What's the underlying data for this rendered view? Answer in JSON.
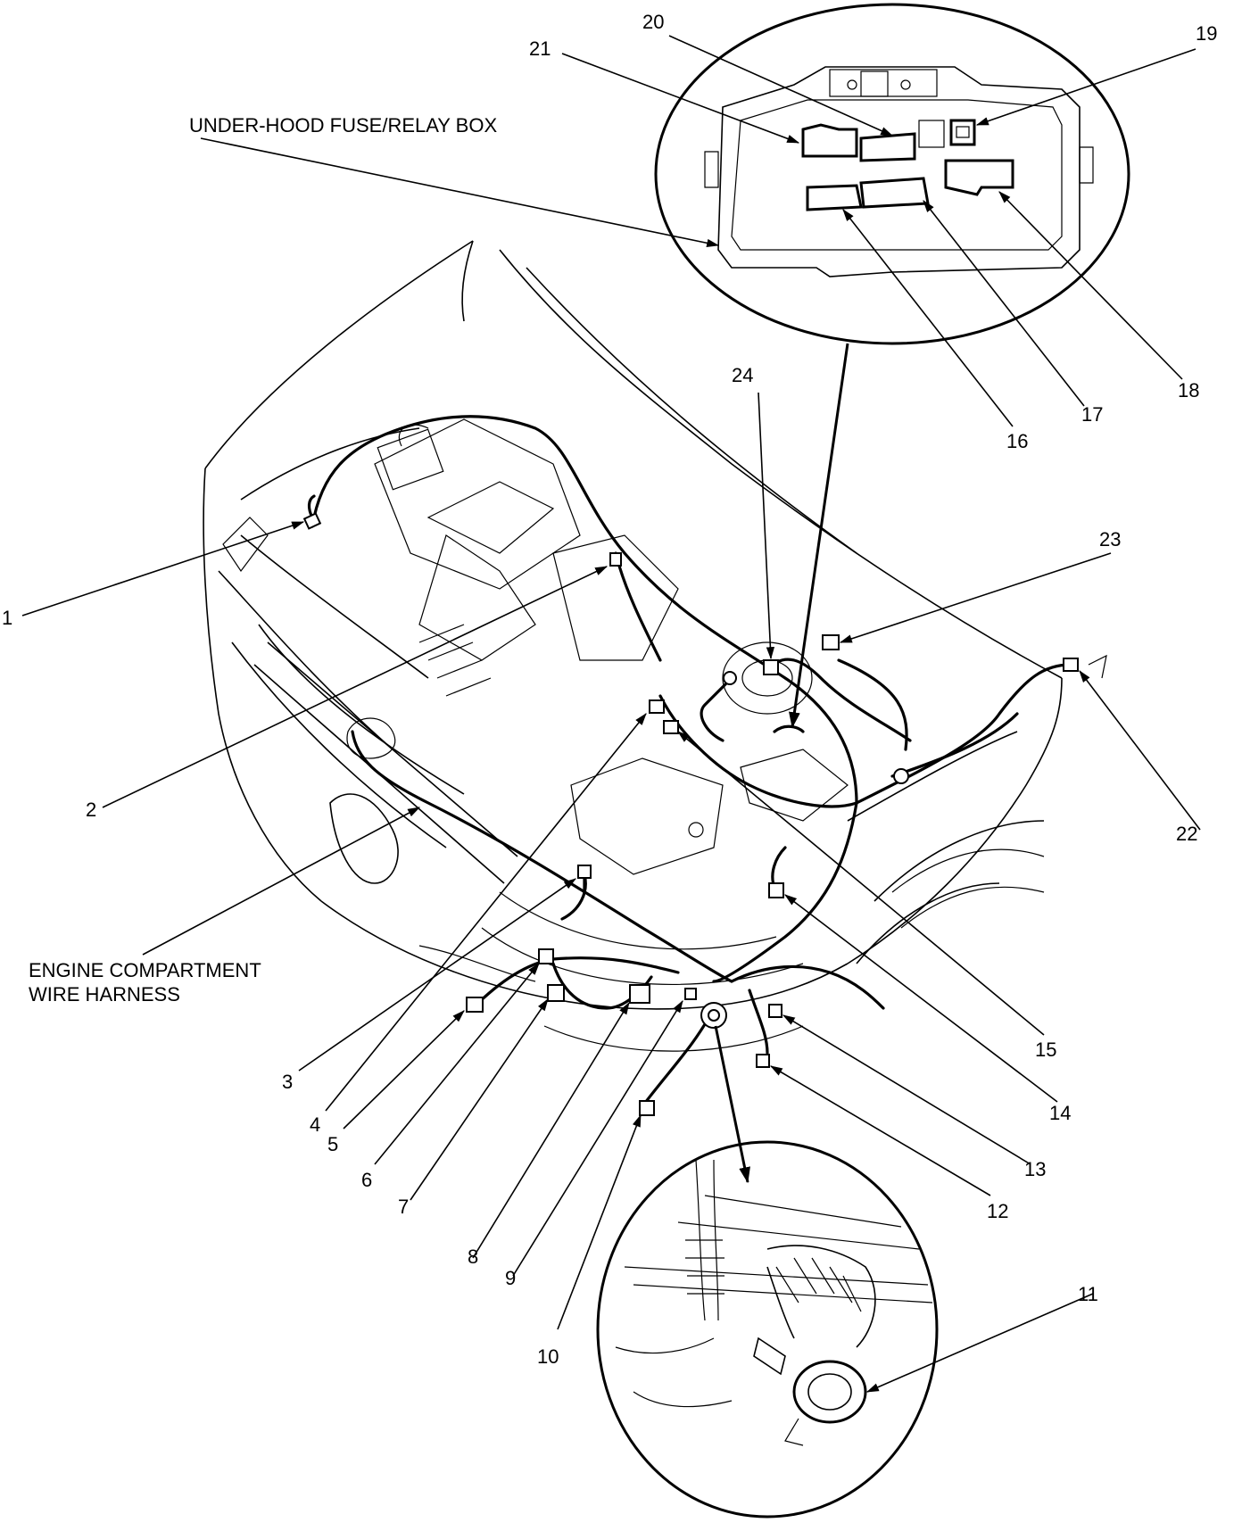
{
  "captions": {
    "fuse_box": "UNDER-HOOD FUSE/RELAY BOX",
    "harness_line1": "ENGINE COMPARTMENT",
    "harness_line2": "WIRE HARNESS"
  },
  "callouts": [
    "1",
    "2",
    "3",
    "4",
    "5",
    "6",
    "7",
    "8",
    "9",
    "10",
    "11",
    "12",
    "13",
    "14",
    "15",
    "16",
    "17",
    "18",
    "19",
    "20",
    "21",
    "22",
    "23",
    "24"
  ]
}
